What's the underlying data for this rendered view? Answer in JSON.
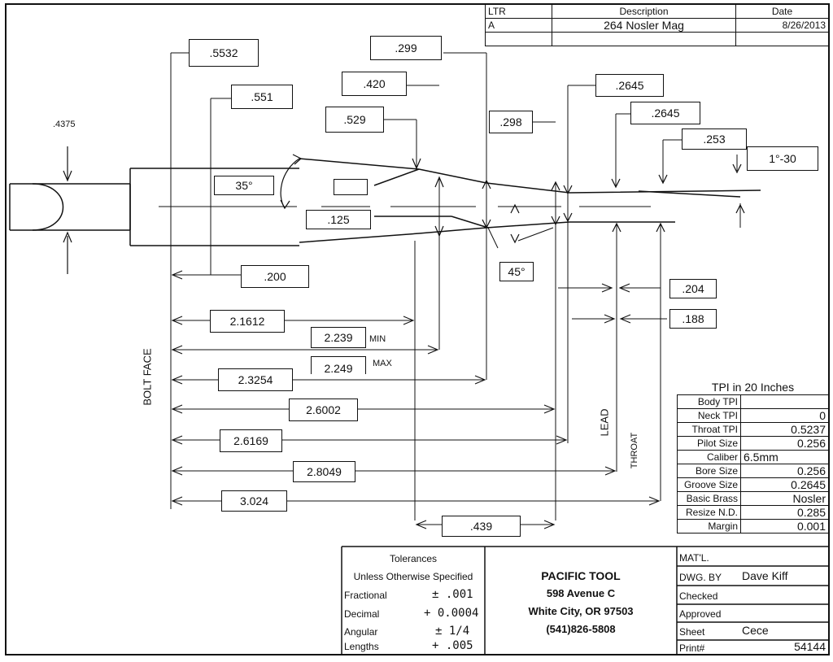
{
  "revision_table": {
    "headers": [
      "LTR",
      "Description",
      "Date"
    ],
    "rows": [
      [
        "A",
        "264 Nosler Mag",
        "8/26/2013"
      ]
    ]
  },
  "dims": {
    "d4375": ".4375",
    "d5532": ".5532",
    "d551": ".551",
    "d299": ".299",
    "d420": ".420",
    "d529": ".529",
    "d298": ".298",
    "d2645a": ".2645",
    "d2645b": ".2645",
    "d253": ".253",
    "a130": "1°-30",
    "a35": "35°",
    "d125": ".125",
    "a45": "45°",
    "d200": ".200",
    "d204": ".204",
    "d188": ".188",
    "d21612": "2.1612",
    "d2239": "2.239",
    "min": "MIN",
    "d2249": "2.249",
    "max": "MAX",
    "d23254": "2.3254",
    "d26002": "2.6002",
    "d26169": "2.6169",
    "d28049": "2.8049",
    "d3024": "3.024",
    "d439": ".439",
    "bolt_face": "BOLT FACE",
    "lead": "LEAD",
    "throat": "THROAT"
  },
  "tpi": {
    "title": "TPI in 20 Inches",
    "rows": [
      {
        "label": "Body TPI",
        "value": ""
      },
      {
        "label": "Neck TPI",
        "value": "0"
      },
      {
        "label": "Throat TPI",
        "value": "0.5237"
      },
      {
        "label": "Pilot Size",
        "value": "0.256"
      },
      {
        "label": "Caliber",
        "value": "6.5mm"
      },
      {
        "label": "Bore Size",
        "value": "0.256"
      },
      {
        "label": "Groove Size",
        "value": "0.2645"
      },
      {
        "label": "Basic Brass",
        "value": "Nosler"
      },
      {
        "label": "Resize N.D.",
        "value": "0.285"
      },
      {
        "label": "Margin",
        "value": "0.001"
      }
    ]
  },
  "tolerances": {
    "title": "Tolerances",
    "subtitle": "Unless Otherwise Specified",
    "rows": [
      {
        "label": "Fractional",
        "value": "± .001"
      },
      {
        "label": "Decimal",
        "value": "+ 0.0004"
      },
      {
        "label": "Angular",
        "value": "± 1/4"
      },
      {
        "label": "Lengths",
        "value": "+ .005"
      }
    ]
  },
  "company": {
    "name": "PACIFIC TOOL",
    "street": "598 Avenue C",
    "city": "White City, OR 97503",
    "phone": "(541)826-5808"
  },
  "info": {
    "matl": "MAT'L.",
    "dwg_by_label": "DWG. BY",
    "dwg_by_value": "Dave Kiff",
    "checked": "Checked",
    "approved": "Approved",
    "sheet_label": "Sheet",
    "sheet_value": "Cece",
    "print_label": "Print#",
    "print_value": "54144"
  }
}
